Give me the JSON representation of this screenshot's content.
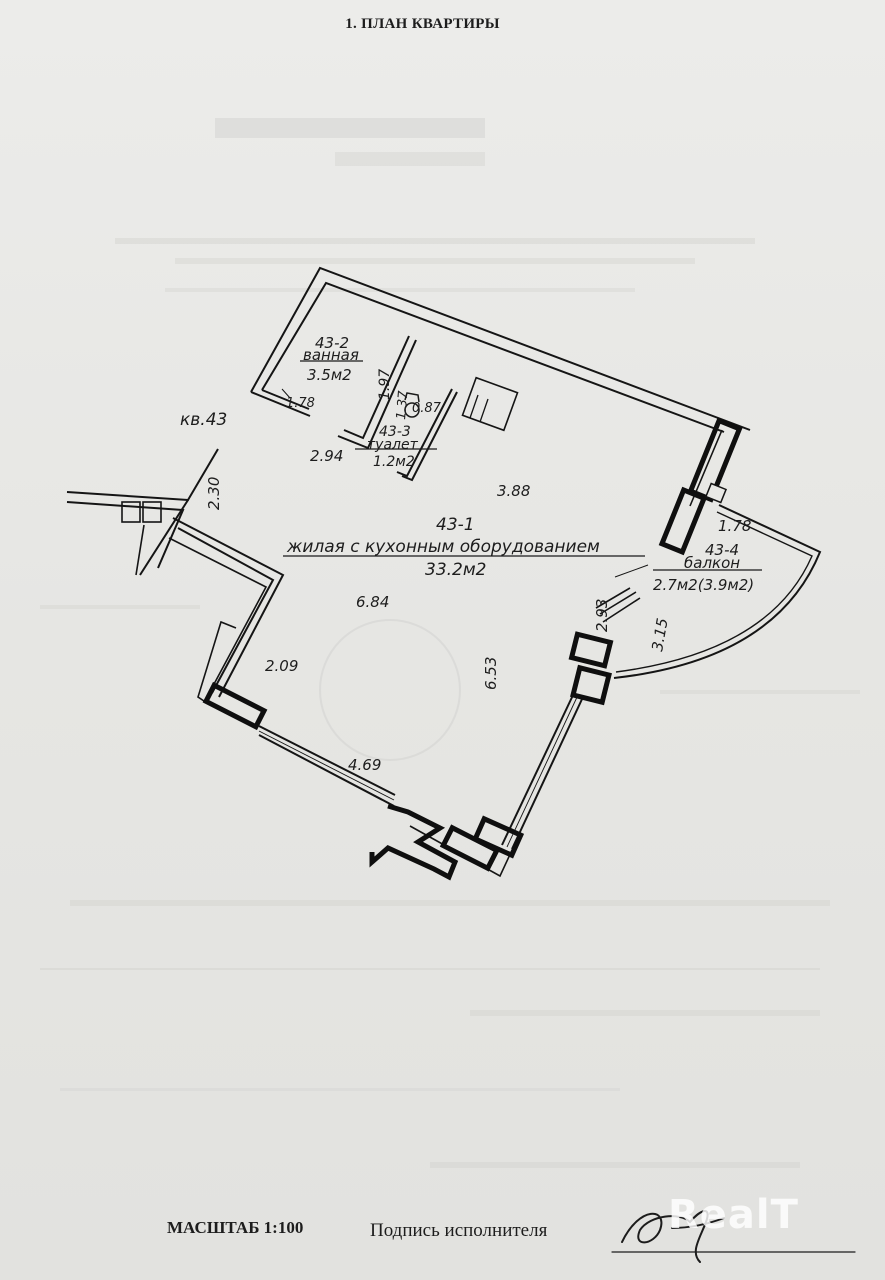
{
  "document": {
    "title": "1. ПЛАН КВАРТИРЫ",
    "scale_label": "МАСШТАБ 1:100",
    "signature_label": "Подпись исполнителя",
    "watermark": "RealT"
  },
  "plan": {
    "apartment_label": "кв.43",
    "rooms": [
      {
        "id": "43-2",
        "name": "ванная",
        "area": "3.5м2"
      },
      {
        "id": "43-3",
        "name": "туалет",
        "area": "1.2м2"
      },
      {
        "id": "43-1",
        "name": "жилая с кухонным оборудованием",
        "area": "33.2м2"
      },
      {
        "id": "43-4",
        "name": "балкон",
        "area": "2.7м2(3.9м2)"
      }
    ],
    "dimensions": [
      "1.78",
      "1.97",
      "1.37",
      "0.87",
      "2.94",
      "3.88",
      "2.30",
      "1.78",
      "6.84",
      "2.93",
      "3.15",
      "2.09",
      "6.53",
      "4.69"
    ]
  }
}
